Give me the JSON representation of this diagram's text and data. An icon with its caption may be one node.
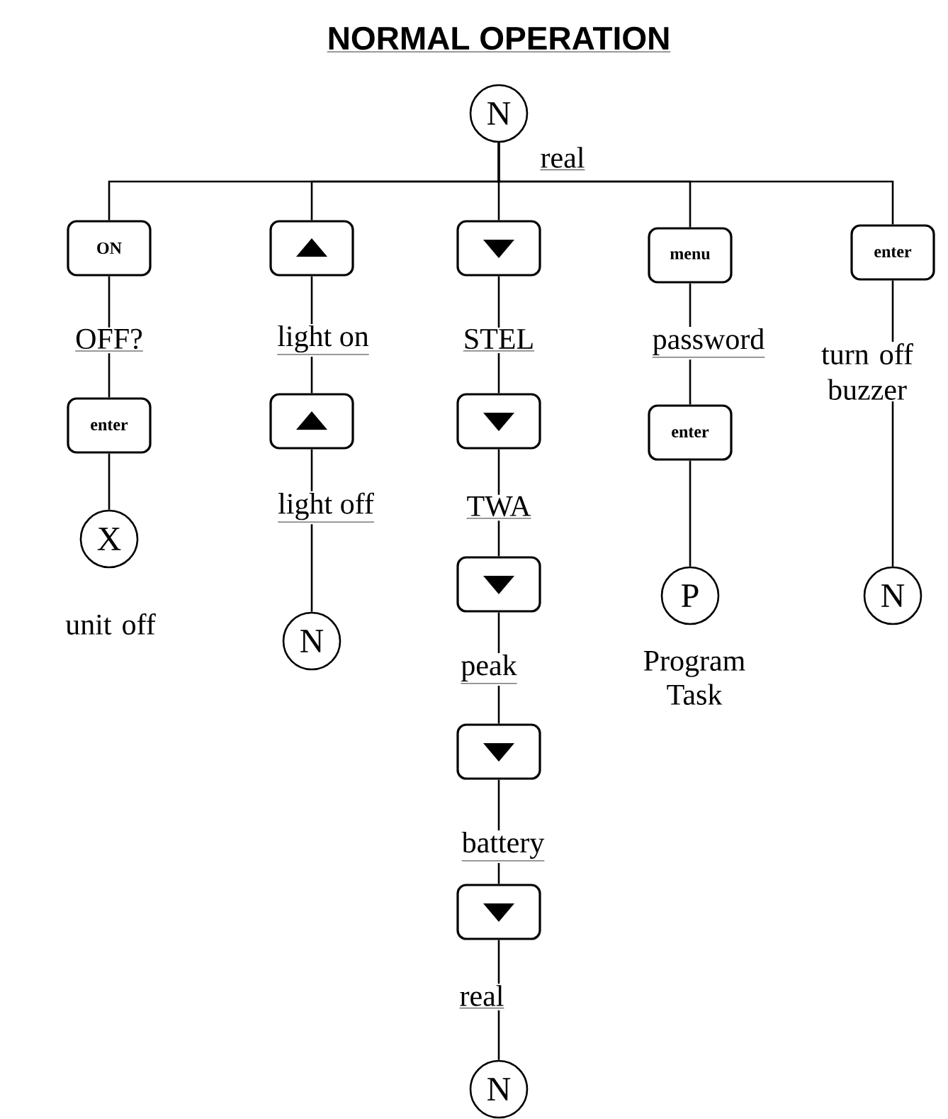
{
  "diagram": {
    "title": "NORMAL OPERATION",
    "nodes": [
      {
        "text": [
          "N"
        ]
      },
      {
        "text": [
          "ON"
        ]
      },
      {
        "text": [],
        "shape": "box"
      },
      {
        "text": [],
        "shape": "box"
      },
      {
        "text": [
          "menu"
        ]
      },
      {
        "text": [
          "enter"
        ]
      },
      {
        "text": [
          "enter"
        ]
      },
      {
        "text": [],
        "shape": "box"
      },
      {
        "text": [],
        "shape": "box"
      },
      {
        "text": [
          "enter"
        ]
      },
      {
        "text": [
          "X"
        ],
        "beside": [
          "unit off"
        ]
      },
      {
        "text": [
          "N"
        ]
      },
      {
        "text": [],
        "shape": "box"
      },
      {
        "text": [
          "P"
        ],
        "beside": [
          "Program Task"
        ]
      },
      {
        "text": [
          "N"
        ]
      },
      {
        "text": [],
        "shape": "box"
      },
      {
        "text": [],
        "shape": "box"
      },
      {
        "text": [
          "N"
        ]
      }
    ],
    "edges": [
      {
        "from": 0,
        "to": 1,
        "arrow": "none"
      },
      {
        "from": 0,
        "to": 2,
        "arrow": "none"
      },
      {
        "from": 0,
        "to": 3,
        "arrow": "none",
        "label": "real"
      },
      {
        "from": 0,
        "to": 4,
        "arrow": "none"
      },
      {
        "from": 0,
        "to": 5,
        "arrow": "none"
      },
      {
        "from": 1,
        "to": 6,
        "arrow": "none",
        "label": "OFF?"
      },
      {
        "from": 6,
        "to": 10,
        "arrow": "none"
      },
      {
        "from": 2,
        "to": 7,
        "arrow": "none",
        "label": "light on"
      },
      {
        "from": 7,
        "to": 11,
        "arrow": "none",
        "label": "light off"
      },
      {
        "from": 3,
        "to": 8,
        "arrow": "none",
        "label": "STEL"
      },
      {
        "from": 8,
        "to": 12,
        "arrow": "none",
        "label": "TWA"
      },
      {
        "from": 12,
        "to": 15,
        "arrow": "none",
        "label": "peak"
      },
      {
        "from": 15,
        "to": 16,
        "arrow": "none",
        "label": "battery"
      },
      {
        "from": 16,
        "to": 17,
        "arrow": "none",
        "label": "real"
      },
      {
        "from": 4,
        "to": 9,
        "arrow": "none",
        "label": "password"
      },
      {
        "from": 9,
        "to": 13,
        "arrow": "none"
      },
      {
        "from": 5,
        "to": 14,
        "arrow": "none",
        "label": "turn off buzzer"
      }
    ]
  }
}
